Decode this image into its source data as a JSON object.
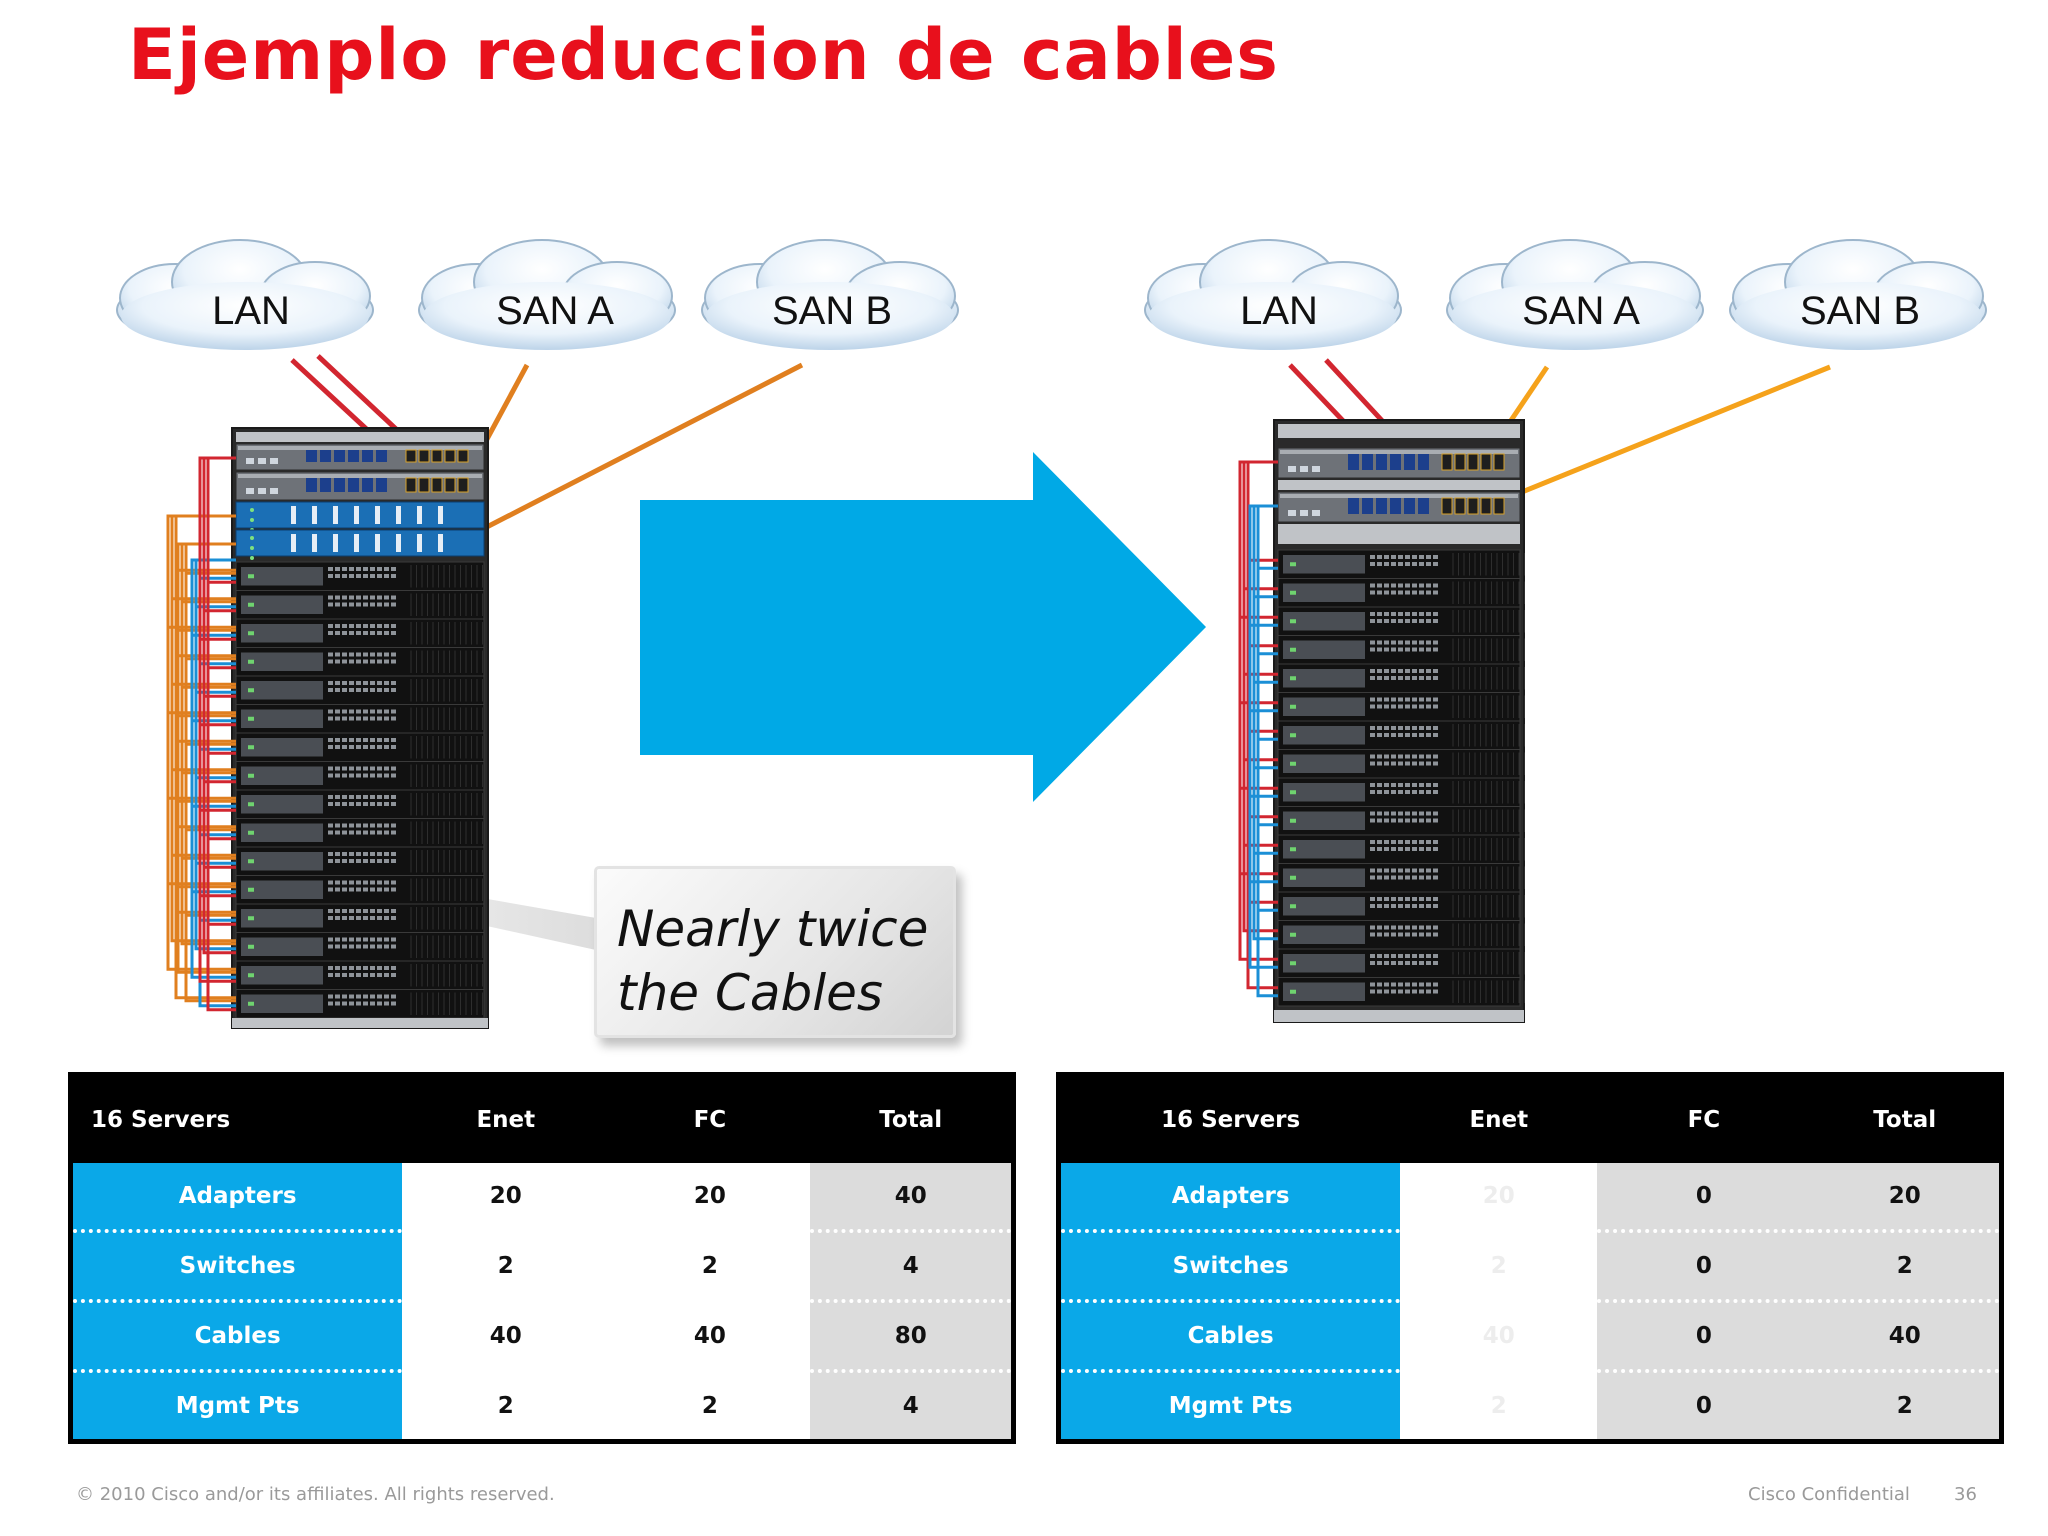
{
  "title": "Ejemplo reduccion de cables",
  "colors": {
    "title_red": "#e8101c",
    "accent_blue": "#0aa8e8",
    "ethernet_red": "#d22630",
    "fc_orange": "#e07f1f",
    "fcoe_orange": "#f5a21b",
    "server_blue": "#1b6fb5"
  },
  "diagram": {
    "before": {
      "clouds": [
        "LAN",
        "SAN A",
        "SAN B"
      ]
    },
    "after": {
      "clouds": [
        "LAN",
        "SAN A",
        "SAN B"
      ]
    },
    "arrow_icon": "right-arrow-icon",
    "callout": {
      "line1": "Nearly twice",
      "line2": "the Cables"
    }
  },
  "before_table": {
    "headers": [
      "16 Servers",
      "Enet",
      "FC",
      "Total"
    ],
    "rows": [
      {
        "label": "Adapters",
        "enet": "20",
        "fc": "20",
        "total": "40"
      },
      {
        "label": "Switches",
        "enet": "2",
        "fc": "2",
        "total": "4"
      },
      {
        "label": "Cables",
        "enet": "40",
        "fc": "40",
        "total": "80"
      },
      {
        "label": "Mgmt Pts",
        "enet": "2",
        "fc": "2",
        "total": "4"
      }
    ]
  },
  "after_table": {
    "headers": [
      "16 Servers",
      "Enet",
      "FC",
      "Total"
    ],
    "rows": [
      {
        "label": "Adapters",
        "enet": "20",
        "fc": "0",
        "total": "20"
      },
      {
        "label": "Switches",
        "enet": "2",
        "fc": "0",
        "total": "2"
      },
      {
        "label": "Cables",
        "enet": "40",
        "fc": "0",
        "total": "40"
      },
      {
        "label": "Mgmt Pts",
        "enet": "2",
        "fc": "0",
        "total": "2"
      }
    ]
  },
  "footer": {
    "copyright": "© 2010 Cisco and/or its affiliates. All rights reserved.",
    "confidential": "Cisco Confidential",
    "page_number": "36"
  }
}
